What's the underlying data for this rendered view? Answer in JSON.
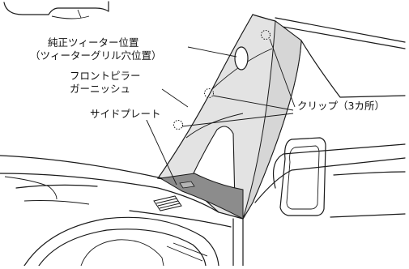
{
  "labels": {
    "tweeter_position_line1": "純正ツィーター位置",
    "tweeter_position_line2": "（ツィーターグリル穴位置）",
    "front_pillar_line1": "フロントピラー",
    "front_pillar_line2": "ガーニッシュ",
    "side_plate": "サイドプレート",
    "clips": "クリップ（3カ所）"
  },
  "colors": {
    "line": "#1a1a1a",
    "pillar_fill": "#e3e3e3",
    "pillar_face": "#d6d6d6",
    "side_plate_fill": "#8c8c8c",
    "background": "#ffffff"
  }
}
